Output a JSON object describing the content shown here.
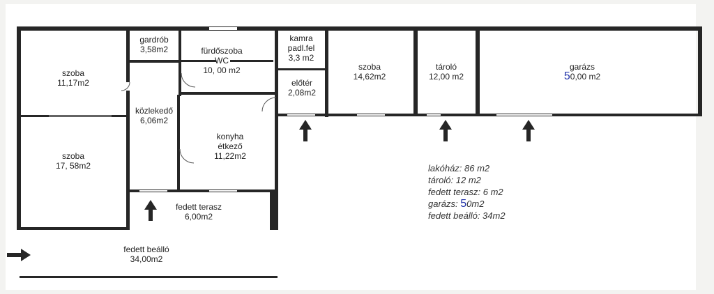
{
  "rooms": {
    "szoba_1": {
      "name": "szoba",
      "area": "11,17m2"
    },
    "szoba_2": {
      "name": "szoba",
      "area": "17, 58m2"
    },
    "gardrob": {
      "name": "gardrób",
      "area": "3,58m2"
    },
    "furdoszoba": {
      "name": "fürdőszoba",
      "sub": "WC",
      "area": "10, 00 m2"
    },
    "kamra": {
      "name": "kamra",
      "sub": "padl.fel",
      "area": "3,3 m2"
    },
    "eloter": {
      "name": "előtér",
      "area": "2,08m2"
    },
    "szoba_3": {
      "name": "szoba",
      "area": "14,62m2"
    },
    "tarolo": {
      "name": "tároló",
      "area": "12,00 m2"
    },
    "garazs": {
      "name": "garázs",
      "area_prefix": "5",
      "area": "0,00 m2"
    },
    "kozlekedo": {
      "name": "közlekedő",
      "area": "6,06m2"
    },
    "konyha": {
      "name": "konyha",
      "sub": "étkező",
      "area": "11,22m2"
    },
    "terasz": {
      "name": "fedett terasz",
      "area": "6,00m2"
    },
    "bealló": {
      "name": "fedett beálló",
      "area": "34,00m2"
    }
  },
  "summary": {
    "lakohaz": "lakóház: 86 m2",
    "tarolo": "tároló:  12 m2",
    "terasz": "fedett terasz: 6 m2",
    "garazs_prefix": "garázs: ",
    "garazs_mark": "5",
    "garazs_rest": "0m2",
    "bealló": "fedett beálló: 34m2"
  },
  "colors": {
    "wall": "#262626",
    "annotation": "#2233aa"
  }
}
